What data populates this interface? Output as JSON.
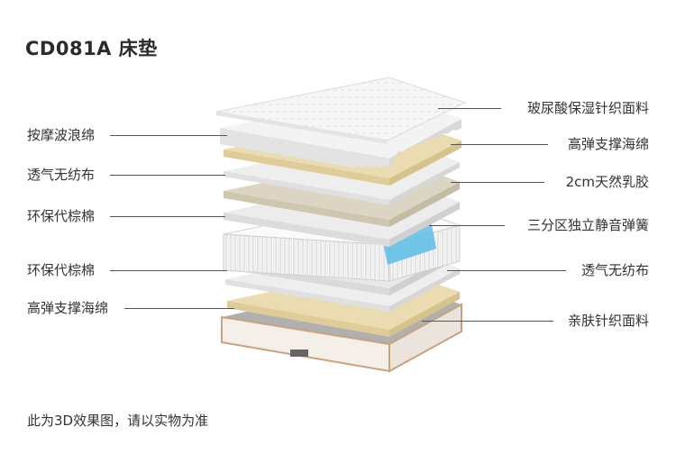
{
  "title": "CD081A 床垫",
  "layers_left": [
    "按摩波浪绵",
    "透气无纺布",
    "环保代棕棉",
    "环保代棕棉",
    "高弹支撑海绵"
  ],
  "layers_right": [
    "玻尿酸保湿针织面料",
    "高弹支撑海绵",
    "2cm天然乳胶",
    "三分区独立静音弹簧",
    "透气无纺布",
    "亲肤针织面料"
  ],
  "footnote": "此为3D效果图，请以实物为准",
  "colors": {
    "foam_yellow": "#eadcb0",
    "latex_beige": "#dcd5c3",
    "white_layer": "#f4f4f4",
    "spring_blue": "#5bbde8",
    "base_border": "#c9a27e",
    "leader_line": "#555555"
  }
}
